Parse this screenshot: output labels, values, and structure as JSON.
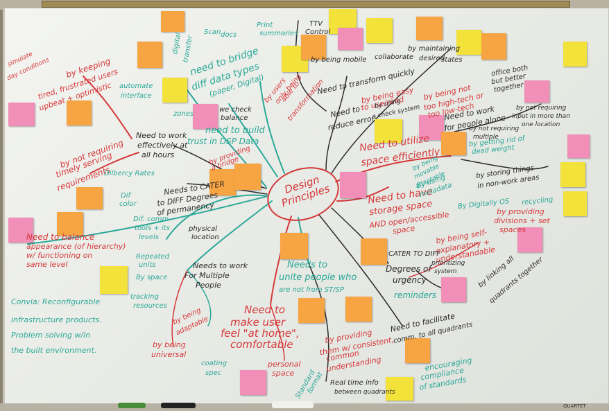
{
  "whiteboard": {
    "central_topic": "Design Principles",
    "brand_label": "QUARTET",
    "colors": {
      "red_marker": "#d6383a",
      "teal_marker": "#2aa898",
      "black_marker": "#2c2c2c",
      "orange_note": "#f7a442",
      "yellow_note": "#f3e23a",
      "pink_note": "#f28fb9"
    },
    "red": {
      "simulate": "simulate",
      "day_conditions": "day conditions",
      "by_keeping": "by keeping",
      "tired_users": "tired, frustrated users",
      "upbeat": "upbeat + optimistic",
      "by_not_requiring": "by not requiring",
      "timely_serving": "timely serving",
      "requirements": "requirements",
      "need_to_balance": "Need to balance",
      "appearance": "appearance (of hierarchy)",
      "w_functioning": "w/ functioning on",
      "same_level": "same level",
      "need_to_make": "Need to",
      "make_user": "make user",
      "feel_at_home": "feel \"at home\",",
      "comfortable": "comfortable",
      "by_being": "by being",
      "universal": "universal",
      "personal": "personal",
      "space": "space",
      "by_providing_them": "by providing",
      "them_w": "them w/ consistent,",
      "common": "common",
      "understanding": "understanding",
      "need_to_utilize": "Need to utilize",
      "space_efficiently": "space efficiently",
      "need_to_have": "Need to have",
      "storage_space": "storage space",
      "and_open": "AND open/accessible",
      "space2": "space",
      "by_providing_div": "by providing",
      "divisions": "divisions + set",
      "spaces": "spaces",
      "by_being_self": "by being self-",
      "explanatory": "explanatory +",
      "understandable": "understandable",
      "by_being_easy": "by being easy",
      "to_use": "to use/read",
      "by_being_not": "by being not",
      "too_high": "too high-tech or",
      "too_low": "too low-tech",
      "by_users": "by users",
      "only": "only being",
      "able": "able to",
      "transformation": "transformation"
    },
    "teal": {
      "need_to_bridge": "need to bridge",
      "diff_data": "diff data types",
      "paper": "(paper, Digital)",
      "need_to_build": "need to build",
      "trust": "trust in DSP Data",
      "by_providing_bridge": "by providing",
      "a_bridge": "a bridge",
      "digital": "digital",
      "transfer": "transfer",
      "scan": "Scan",
      "docs": "docs",
      "print": "Print",
      "summaries": "summaries",
      "automate": "automate",
      "interface": "interface",
      "zones": "zones",
      "dilbercy": "Dilbercy Rates",
      "dif": "Dif",
      "color": "color",
      "dif_comm": "Dif. comm",
      "tools": "tools + its",
      "levels": "levels",
      "repeated": "Repeated",
      "units": "units",
      "by_space": "By space",
      "tracking": "tracking",
      "resources": "resources",
      "convia1": "Convia: Reconfigurable",
      "convia2": "infrastructure products.",
      "convia3": "Problem solving w/in",
      "convia4": "the built environment.",
      "by_being_adapt": "by being",
      "adaptable": "adaptable",
      "coating": "coating",
      "spec": "spec",
      "standard": "Standard",
      "format": "format",
      "needs_to_unite": "Needs to",
      "unite_people": "unite people who",
      "are_not": "are not from ST/SP",
      "by_digitally": "By Digitally OS",
      "recycling": "recycling",
      "by_using": "By using",
      "metadata": "metadata",
      "reminders": "reminders",
      "encouraging": "encouraging",
      "compliance": "compliance",
      "of_standards": "of standards",
      "by_being_mov": "by being",
      "movable": "movable",
      "adaptable2": "adaptable",
      "by_getting": "by getting rid of",
      "dead_weight": "dead weight"
    },
    "black": {
      "need_to_work": "Need to work",
      "effectively": "effectively at",
      "all_hours": "all hours",
      "needs_to_cater": "Needs to CATER",
      "to_diff": "to DIFF Degrees",
      "of_permanency": "of permanency",
      "physical": "physical",
      "location": "location",
      "needs_to_work_multiple": "Needs to work",
      "for_multiple": "For Multiple",
      "people": "People",
      "need_to_transform": "Need to transform quickly",
      "need_to_reduce": "Need to",
      "reduce_error": "reduce error",
      "by_using_check": "by using",
      "a_check": "a check system",
      "need_to_work2": "Need to work",
      "for_people": "for people alone",
      "by_not_requiring_input": "by not requiring",
      "input": "input in more than",
      "one_location": "one location",
      "by_not_requiring_multiple": "by not requiring",
      "multiple": "multiple",
      "by_storing": "by storing things",
      "in_non_work": "in non-work areas",
      "cater_diff": "CATER TO DIFF",
      "degrees": "Degrees of",
      "urgency": "urgency",
      "prioritizing": "prioritizing",
      "system": "system",
      "by_linking": "by linking all",
      "quadrants": "quadrants together",
      "need_facilitate": "Need to facilitate",
      "comm": "comm. to all quadrants",
      "real_time": "Real time info",
      "bean": "between quadrants",
      "ttv": "TTV",
      "control": "Control",
      "being_mobile": "by being mobile",
      "collaborate": "collaborate",
      "by_maintaining": "by maintaining",
      "desired": "desired",
      "state": "states",
      "office_both": "office both",
      "but_better": "but better",
      "together": "together",
      "we_check": "we check",
      "balance": "balance"
    }
  }
}
